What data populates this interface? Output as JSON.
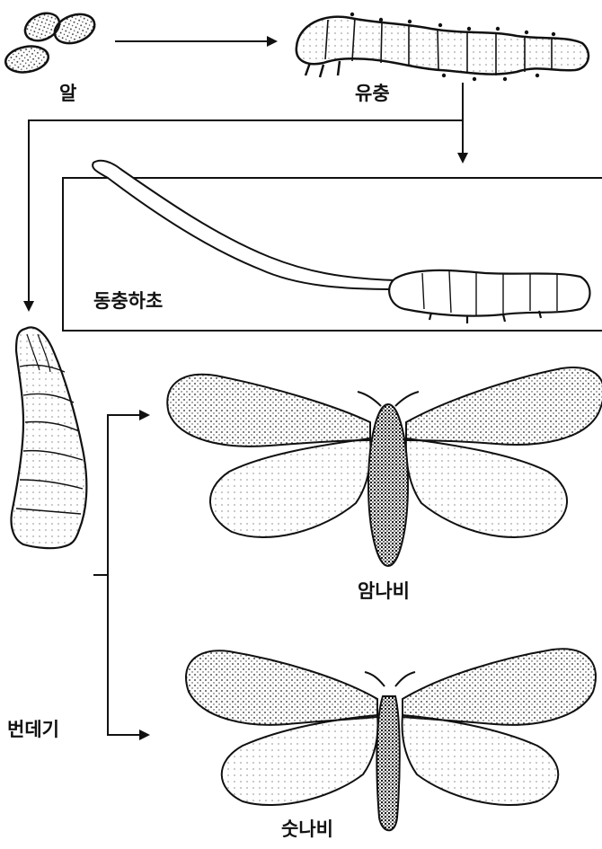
{
  "labels": {
    "egg": "알",
    "larva": "유충",
    "cordyceps": "동충하초",
    "female": "암나비",
    "pupa": "번데기",
    "male": "숫나비"
  },
  "colors": {
    "ink": "#111111",
    "paper": "#ffffff"
  }
}
